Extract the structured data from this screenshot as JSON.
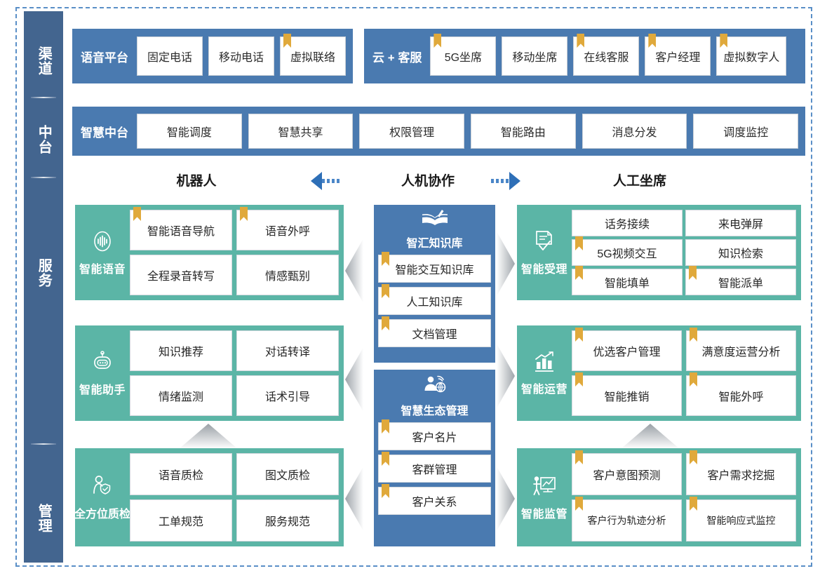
{
  "layers": [
    {
      "id": "channel",
      "label": "渠道"
    },
    {
      "id": "midend",
      "label": "中台"
    },
    {
      "id": "service",
      "label": "服务"
    },
    {
      "id": "manage",
      "label": "管理"
    }
  ],
  "channel": {
    "groups": [
      {
        "title": "语音平台",
        "items": [
          {
            "label": "固定电话",
            "bookmark": false
          },
          {
            "label": "移动电话",
            "bookmark": false
          },
          {
            "label": "虚拟联络",
            "bookmark": true
          }
        ]
      },
      {
        "title": "云 + 客服",
        "items": [
          {
            "label": "5G坐席",
            "bookmark": true
          },
          {
            "label": "移动坐席",
            "bookmark": false
          },
          {
            "label": "在线客服",
            "bookmark": true
          },
          {
            "label": "客户经理",
            "bookmark": true
          },
          {
            "label": "虚拟数字人",
            "bookmark": true
          }
        ]
      }
    ]
  },
  "midend": {
    "title": "智慧中台",
    "items": [
      {
        "label": "智能调度",
        "bookmark": false
      },
      {
        "label": "智慧共享",
        "bookmark": false
      },
      {
        "label": "权限管理",
        "bookmark": false
      },
      {
        "label": "智能路由",
        "bookmark": false
      },
      {
        "label": "消息分发",
        "bookmark": false
      },
      {
        "label": "调度监控",
        "bookmark": false
      }
    ]
  },
  "column_headers": {
    "left": "机器人",
    "center": "人机协作",
    "right": "人工坐席"
  },
  "robot_groups": [
    {
      "name": "智能语音",
      "icon": "voice-wave-icon",
      "cells": [
        {
          "label": "智能语音导航",
          "bookmark": true
        },
        {
          "label": "语音外呼",
          "bookmark": true
        },
        {
          "label": "全程录音转写",
          "bookmark": false
        },
        {
          "label": "情感甄别",
          "bookmark": false
        }
      ]
    },
    {
      "name": "智能助手",
      "icon": "robot-icon",
      "cells": [
        {
          "label": "知识推荐",
          "bookmark": false
        },
        {
          "label": "对话转译",
          "bookmark": false
        },
        {
          "label": "情绪监测",
          "bookmark": false
        },
        {
          "label": "话术引导",
          "bookmark": false
        }
      ]
    },
    {
      "name": "全方位质检",
      "icon": "person-shield-icon",
      "cells": [
        {
          "label": "语音质检",
          "bookmark": false
        },
        {
          "label": "图文质检",
          "bookmark": false
        },
        {
          "label": "工单规范",
          "bookmark": false
        },
        {
          "label": "服务规范",
          "bookmark": false
        }
      ]
    }
  ],
  "center_panels": [
    {
      "title": "智汇知识库",
      "icon": "book-pen-icon",
      "items": [
        {
          "label": "智能交互知识库",
          "bookmark": true
        },
        {
          "label": "人工知识库",
          "bookmark": true
        },
        {
          "label": "文档管理",
          "bookmark": true
        }
      ]
    },
    {
      "title": "智慧生态管理",
      "icon": "user-network-icon",
      "items": [
        {
          "label": "客户名片",
          "bookmark": true
        },
        {
          "label": "客群管理",
          "bookmark": true
        },
        {
          "label": "客户关系",
          "bookmark": true
        }
      ]
    }
  ],
  "agent_groups": [
    {
      "name": "智能受理",
      "icon": "document-check-icon",
      "cells": [
        {
          "label": "话务接续",
          "bookmark": false
        },
        {
          "label": "来电弹屏",
          "bookmark": false
        },
        {
          "label": "5G视频交互",
          "bookmark": true
        },
        {
          "label": "知识检索",
          "bookmark": false
        },
        {
          "label": "智能填单",
          "bookmark": true
        },
        {
          "label": "智能派单",
          "bookmark": true
        }
      ]
    },
    {
      "name": "智能运营",
      "icon": "bar-chart-icon",
      "cells": [
        {
          "label": "优选客户管理",
          "bookmark": true
        },
        {
          "label": "满意度运营分析",
          "bookmark": true
        },
        {
          "label": "智能推销",
          "bookmark": true
        },
        {
          "label": "智能外呼",
          "bookmark": true
        }
      ]
    },
    {
      "name": "智能监管",
      "icon": "presenter-board-icon",
      "cells": [
        {
          "label": "客户意图预测",
          "bookmark": true
        },
        {
          "label": "客户需求挖掘",
          "bookmark": true
        },
        {
          "label": "客户行为轨迹分析",
          "bookmark": true
        },
        {
          "label": "智能响应式监控",
          "bookmark": true
        }
      ]
    }
  ],
  "colors": {
    "blue": "#4A7AB0",
    "sidebar_blue": "#43658F",
    "teal": "#5BB5A6",
    "bookmark_gold": "#E0A93B",
    "frame_dash": "#5A8FC7",
    "arrow_blue": "#2E6FB7"
  }
}
